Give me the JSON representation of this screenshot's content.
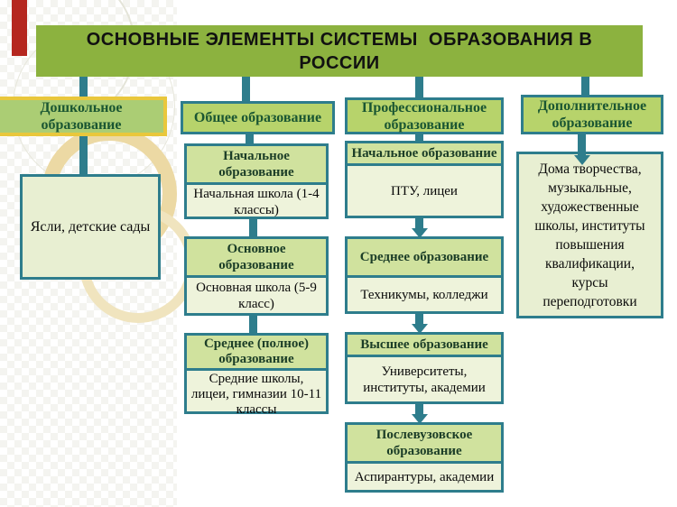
{
  "slide": {
    "title_line1": "ОСНОВНЫЕ ЭЛЕМЕНТЫ СИСТЕМЫ  ОБРАЗОВАНИЯ В",
    "title_line2": "РОССИИ"
  },
  "columns": [
    {
      "header": "Дошкольное образование",
      "boxes": [
        {
          "body": "Ясли, детские сады"
        }
      ]
    },
    {
      "header": "Общее образование",
      "boxes": [
        {
          "head": "Начальное образование",
          "body": "Начальная школа (1-4 классы)"
        },
        {
          "head": "Основное образование",
          "body": "Основная школа (5-9 класс)"
        },
        {
          "head": "Среднее (полное) образование",
          "body": "Средние школы, лицеи, гимназии 10-11 классы"
        }
      ]
    },
    {
      "header": "Профессиональное образование",
      "boxes": [
        {
          "head": "Начальное образование",
          "body": "ПТУ, лицеи"
        },
        {
          "head": "Среднее образование",
          "body": "Техникумы, колледжи"
        },
        {
          "head": "Высшее образование",
          "body": "Университеты, институты, академии"
        },
        {
          "head": "Послевузовское образование",
          "body": "Аспирантуры, академии"
        }
      ]
    },
    {
      "header": "Дополнительное образование",
      "boxes": [
        {
          "body": "Дома творчества, музыкальные, художественные школы, институты повышения квалификации, курсы переподготовки"
        }
      ]
    }
  ],
  "colors": {
    "banner_green": "#8CB23F",
    "teal_border": "#2E7D8C",
    "column_header_fill": "#B7D36B",
    "preschool_header_fill": "#ABCD74",
    "preschool_gold_border": "#E9C73C",
    "cell_head_fill": "#D0E29E",
    "cell_body_fill": "#EEF3DB",
    "pale_box_fill": "#E8EFD2",
    "dark_green_text": "#1A5632",
    "accent_red_bar": "#B5271F"
  }
}
